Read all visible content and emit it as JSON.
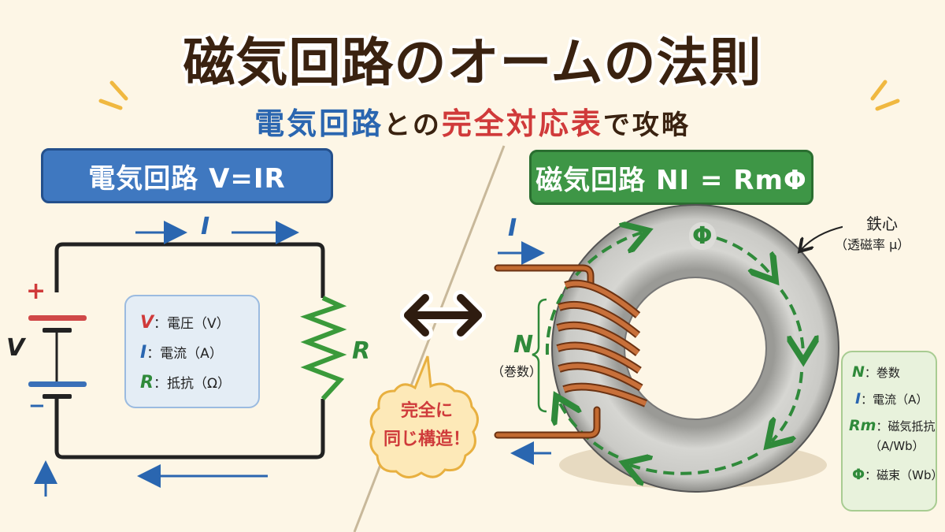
{
  "title": "磁気回路のオームの法則",
  "subtitle": {
    "part1": "電気回路",
    "part2": "との",
    "part3": "完全対応表",
    "part4": "で攻略"
  },
  "electric": {
    "header": "電気回路 V=IR",
    "current_label": "I",
    "voltage_label": "V",
    "resistor_label": "R",
    "plus": "+",
    "minus": "−",
    "legend": [
      {
        "symbol": "V",
        "text": "：電圧（V）",
        "color": "#d03a3a"
      },
      {
        "symbol": "I",
        "text": "：電流（A）",
        "color": "#2a66b0"
      },
      {
        "symbol": "R",
        "text": "：抵抗（Ω）",
        "color": "#2f8a3a"
      }
    ]
  },
  "equivalence": {
    "arrow_icon": "double-arrow-icon",
    "bubble_line1": "完全に",
    "bubble_line2": "同じ構造！"
  },
  "magnetic": {
    "header": "磁気回路 NI = RmΦ",
    "current_label": "I",
    "turns_label": "N",
    "turns_sub": "（巻数）",
    "flux_label": "Φ",
    "core_label": "鉄心",
    "core_sub": "（透磁率 μ）",
    "legend": [
      {
        "symbol": "N",
        "text": "：巻数",
        "color": "#2f8a3a"
      },
      {
        "symbol": "I",
        "text": "：電流（A）",
        "color": "#2a66b0"
      },
      {
        "symbol": "Rm",
        "text": "：磁気抵抗",
        "color": "#2f8a3a"
      },
      {
        "symbol": "",
        "text": "（A/Wb）",
        "color": "#222222"
      },
      {
        "symbol": "Φ",
        "text": "：磁束（Wb）",
        "color": "#2f8a3a"
      }
    ]
  },
  "colors": {
    "background": "#fdf6e6",
    "blue": "#2a66b0",
    "green": "#2f8a3a",
    "red": "#d03a3a",
    "copper": "#b8602a",
    "iron": "#c8c8c4",
    "accent_yellow": "#f0b840"
  }
}
